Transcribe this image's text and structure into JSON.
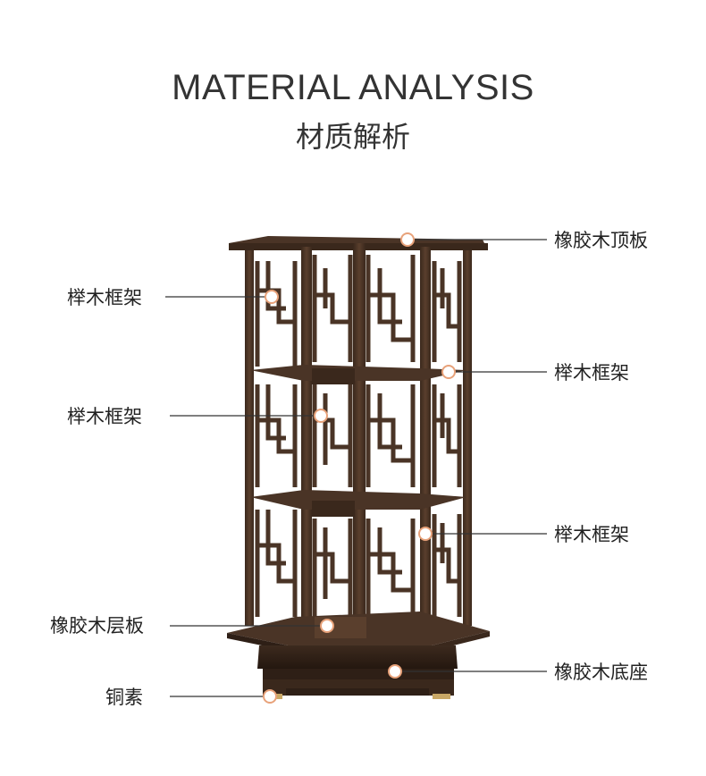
{
  "header": {
    "title_en": "MATERIAL ANALYSIS",
    "title_cn": "材质解析"
  },
  "callouts": {
    "top_board": "橡胶木顶板",
    "frame_left_1": "榉木框架",
    "frame_right_1": "榉木框架",
    "frame_left_2": "榉木框架",
    "frame_right_2": "榉木框架",
    "shelf_board": "橡胶木层板",
    "base": "橡胶木底座",
    "copper": "铜素"
  },
  "colors": {
    "wood": "#4a3426",
    "wood_dark": "#2e1f16",
    "wood_light": "#6b4d38",
    "marker_ring": "#e8a27a",
    "line": "#333333"
  }
}
